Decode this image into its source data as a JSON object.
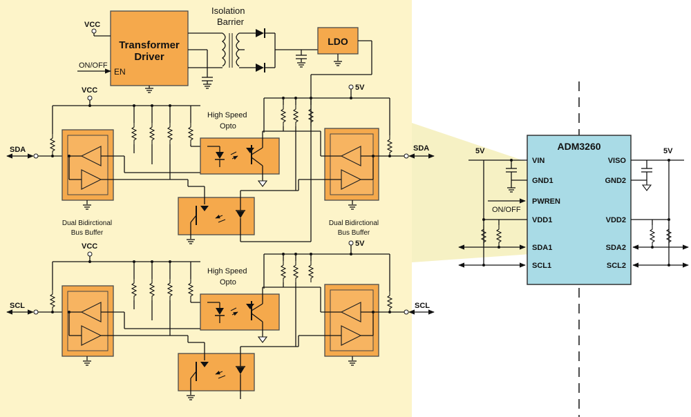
{
  "isolation_label": [
    "Isolation",
    "Barrier"
  ],
  "transformer_driver": {
    "line1": "Transformer",
    "line2": "Driver",
    "en": "EN"
  },
  "ldo": "LDO",
  "vcc": "VCC",
  "on_off": "ON/OFF",
  "five_v": "5V",
  "sda": "SDA",
  "scl": "SCL",
  "high_speed_opto": [
    "High Speed",
    "Opto"
  ],
  "dual_bus_buffer": [
    "Dual Bidirctional",
    "Bus Buffer"
  ],
  "chip": {
    "name": "ADM3260",
    "left_pins": [
      "VIN",
      "GND1",
      "PWREN",
      "VDD1",
      "SDA1",
      "SCL1"
    ],
    "right_pins": [
      "VISO",
      "GND2",
      "VDD2",
      "SDA2",
      "SCL2"
    ]
  },
  "colors": {
    "panel_bg": "#fdf4c9",
    "block_orange": "#f5a94c",
    "chip_blue": "#a9dbe6",
    "callout": "#f6f1c4"
  }
}
